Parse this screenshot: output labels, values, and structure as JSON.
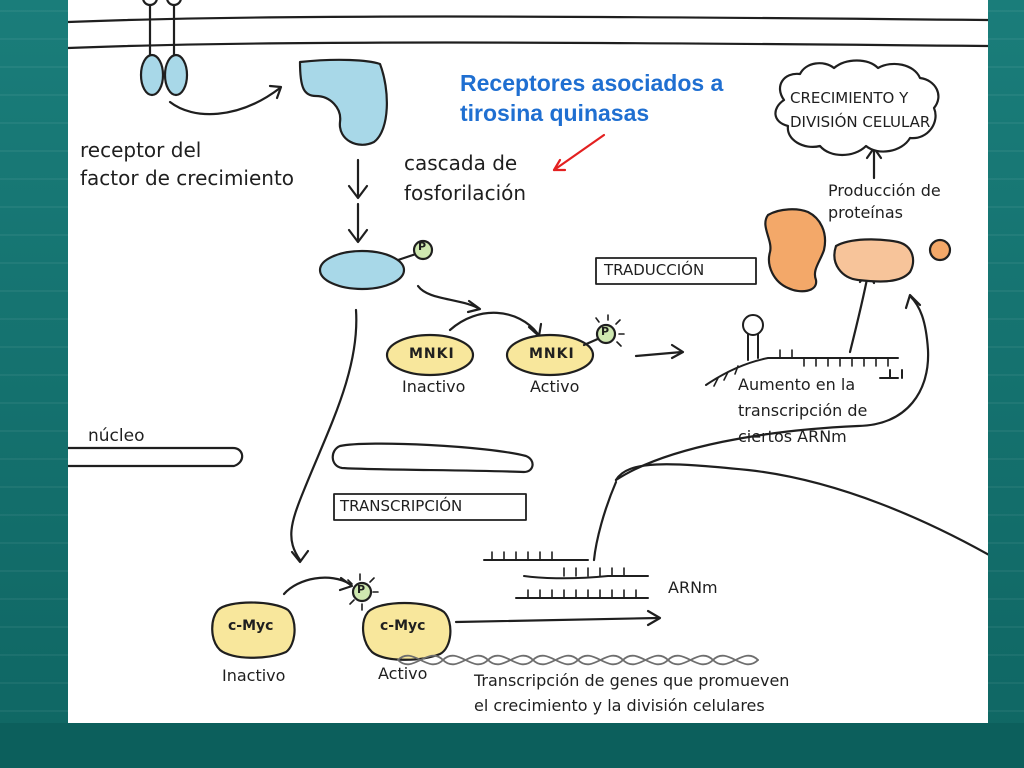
{
  "title": {
    "line1": "Receptores asociados a",
    "line2": "tirosina quinasas"
  },
  "colors": {
    "title": "#1f6fd1",
    "arrow_red": "#e32020",
    "receptor_blue": "#a8d8e8",
    "mnk_yellow": "#f8e79c",
    "phosphate_green": "#cfe8b0",
    "protein_orange": "#f3a869",
    "protein_light": "#f7c49a",
    "background": "#136f6c"
  },
  "labels": {
    "receptor_line1": "receptor del",
    "receptor_line2": "factor de crecimiento",
    "cascade_line1": "cascada de",
    "cascade_line2": "fosforilación",
    "growth_line1": "CRECIMIENTO Y",
    "growth_line2": "DIVISIÓN CELULAR",
    "protein_prod_line1": "Producción de",
    "protein_prod_line2": "proteínas",
    "translation": "TRADUCCIÓN",
    "mnk_inactive_tag": "MNKI",
    "mnk_active_tag": "MNKI",
    "inactive_1": "Inactivo",
    "active_1": "Activo",
    "mrna_increase_line1": "Aumento en la",
    "mrna_increase_line2": "transcripción de",
    "mrna_increase_line3": "ciertos ARNm",
    "nucleus": "núcleo",
    "transcription": "TRANSCRIPCIÓN",
    "mrna": "ARNm",
    "cmyc_inactive_tag": "c-Myc",
    "cmyc_active_tag": "c-Myc",
    "inactive_2": "Inactivo",
    "active_2": "Activo",
    "genes_line1": "Transcripción de genes que promueven",
    "genes_line2": "el crecimiento y la división celulares",
    "phosphate": "P"
  }
}
